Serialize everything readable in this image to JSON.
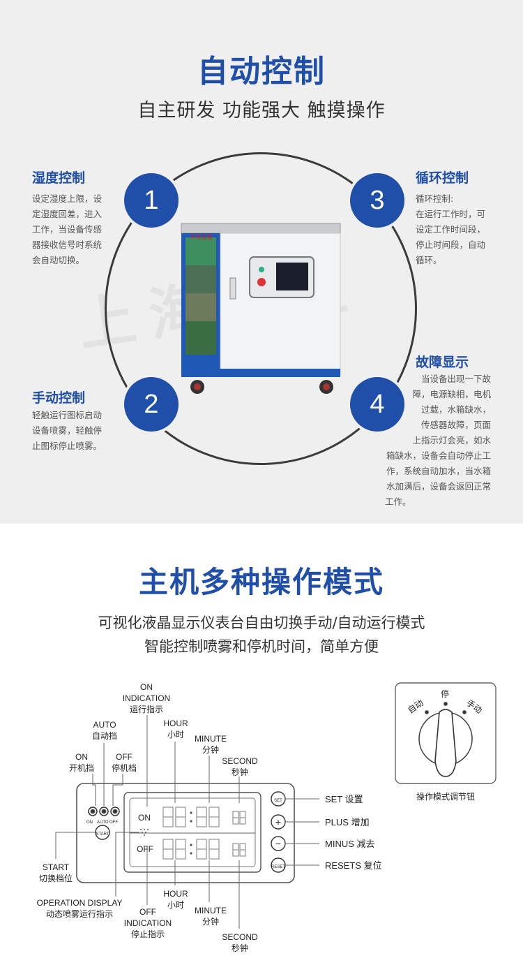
{
  "section1": {
    "title": "自动控制",
    "subtitle": "自主研发  功能强大  触摸操作",
    "watermark": "上海雾王",
    "features": [
      {
        "num": "1",
        "title": "湿度控制",
        "lines": [
          "设定湿度上限，设",
          "定湿度回差，进入",
          "工作，当设备传感",
          "器接收信号时系统",
          "会自动切换。"
        ]
      },
      {
        "num": "2",
        "title": "手动控制",
        "lines": [
          "轻触运行图标启动",
          "设备喷雾，轻触停",
          "止图标停止喷雾。"
        ]
      },
      {
        "num": "3",
        "title": "循环控制",
        "lines": [
          "循环控制:",
          "在运行工作时，可",
          "设定工作时间段，",
          "停止时间段，自动",
          "循环。"
        ]
      },
      {
        "num": "4",
        "title": "故障显示",
        "lines": [
          "当设备出现一下故",
          "障，电源缺相，电机",
          "过载，水箱缺水，",
          "传感器故障，页面",
          "上指示灯会亮，如水",
          "箱缺水，设备会自动停止工",
          "作，系统自动加水，当水箱",
          "水加满后，设备会返回正常",
          "工作。"
        ]
      }
    ],
    "machine_label": "环保设备"
  },
  "section2": {
    "title": "主机多种操作模式",
    "subtitle_lines": [
      "可视化液晶显示仪表台自由切换手动/自动运行模式",
      "智能控制喷雾和停机时间，简单方便"
    ],
    "panel": {
      "on_label": "ON",
      "off_label": "OFF",
      "switch_labels": [
        "ON",
        "AUTO",
        "OFF"
      ],
      "start_btn": "START",
      "buttons": [
        {
          "key": "SET",
          "label": "SET  设置"
        },
        {
          "key": "+",
          "label": "PLUS  增加"
        },
        {
          "key": "−",
          "label": "MINUS  减去"
        },
        {
          "key": "RESET",
          "label": "RESETS  复位"
        }
      ]
    },
    "callouts": {
      "on_ind": [
        "ON",
        "INDICATION",
        "运行指示"
      ],
      "auto": [
        "AUTO",
        "自动挡"
      ],
      "on": [
        "ON",
        "开机挡"
      ],
      "off": [
        "OFF",
        "停机档"
      ],
      "hour_top": [
        "HOUR",
        "小时"
      ],
      "minute_top": [
        "MINUTE",
        "分钟"
      ],
      "second_top": [
        "SECOND",
        "秒钟"
      ],
      "start": [
        "START",
        "切换档位"
      ],
      "op_display": [
        "OPERATION  DISPLAY",
        "动态喷雾运行指示"
      ],
      "off_ind": [
        "OFF",
        "INDICATION",
        "停止指示"
      ],
      "hour_bottom": [
        "HOUR",
        "小时"
      ],
      "minute_bottom": [
        "MINUTE",
        "分钟"
      ],
      "second_bottom": [
        "SECOND",
        "秒钟"
      ]
    },
    "knob": {
      "labels": [
        "自动",
        "停",
        "手动"
      ],
      "caption": "操作模式调节钮"
    }
  }
}
